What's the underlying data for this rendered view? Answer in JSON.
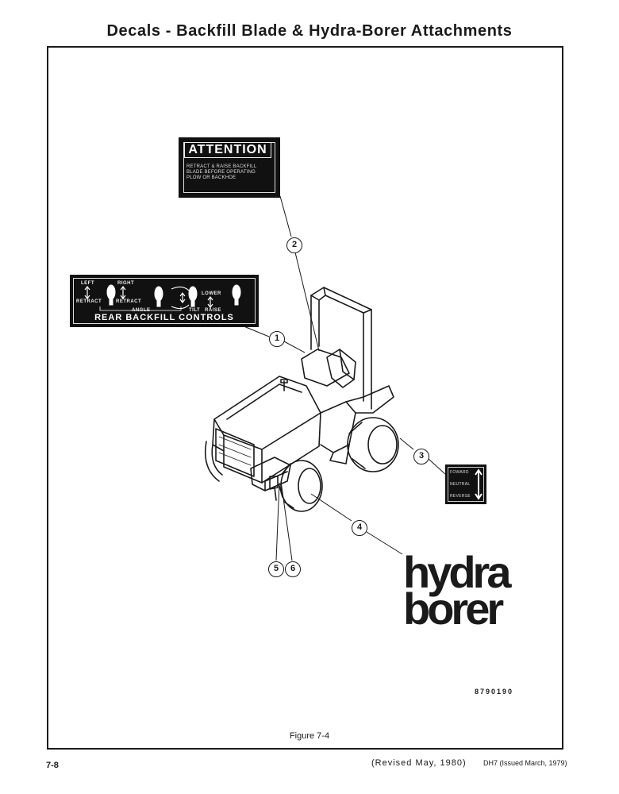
{
  "page": {
    "title": "Decals - Backfill Blade & Hydra-Borer Attachments",
    "figure_caption": "Figure 7-4",
    "page_number": "7-8",
    "revision": "(Revised May, 1980)",
    "issue": "DH7 (Issued March, 1979)",
    "part_number": "8790190"
  },
  "attention_decal": {
    "heading": "ATTENTION",
    "line1": "RETRACT & RAISE BACKFILL",
    "line2": "BLADE BEFORE OPERATING",
    "line3": "PLOW OR BACKHOE"
  },
  "controls_decal": {
    "left": "LEFT",
    "right": "RIGHT",
    "retract_1": "RETRACT",
    "retract_2": "RETRACT",
    "lower": "LOWER",
    "angle": "ANGLE",
    "tilt": "TILT",
    "raise": "RAISE",
    "title": "REAR BACKFILL CONTROLS"
  },
  "direction_decal": {
    "forward": "FOWARD",
    "neutral": "NEUTRAL",
    "reverse": "REVERSE"
  },
  "logo": {
    "line1": "hydra",
    "line2": "borer"
  },
  "callouts": {
    "c1": "1",
    "c2": "2",
    "c3": "3",
    "c4": "4",
    "c5": "5",
    "c6": "6"
  }
}
